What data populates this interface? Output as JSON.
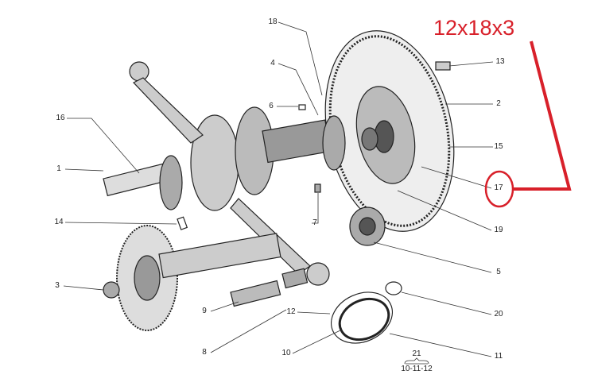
{
  "diagram": {
    "part_labels": [
      "18",
      "4",
      "13",
      "6",
      "2",
      "16",
      "15",
      "1",
      "17",
      "7",
      "14",
      "19",
      "5",
      "3",
      "20",
      "9",
      "12",
      "8",
      "10",
      "11"
    ],
    "group_label": "21",
    "group_members": "10-11-12"
  },
  "annotation": {
    "text": "12x18x3",
    "highlighted_part": "17",
    "color": "#d8202a"
  }
}
